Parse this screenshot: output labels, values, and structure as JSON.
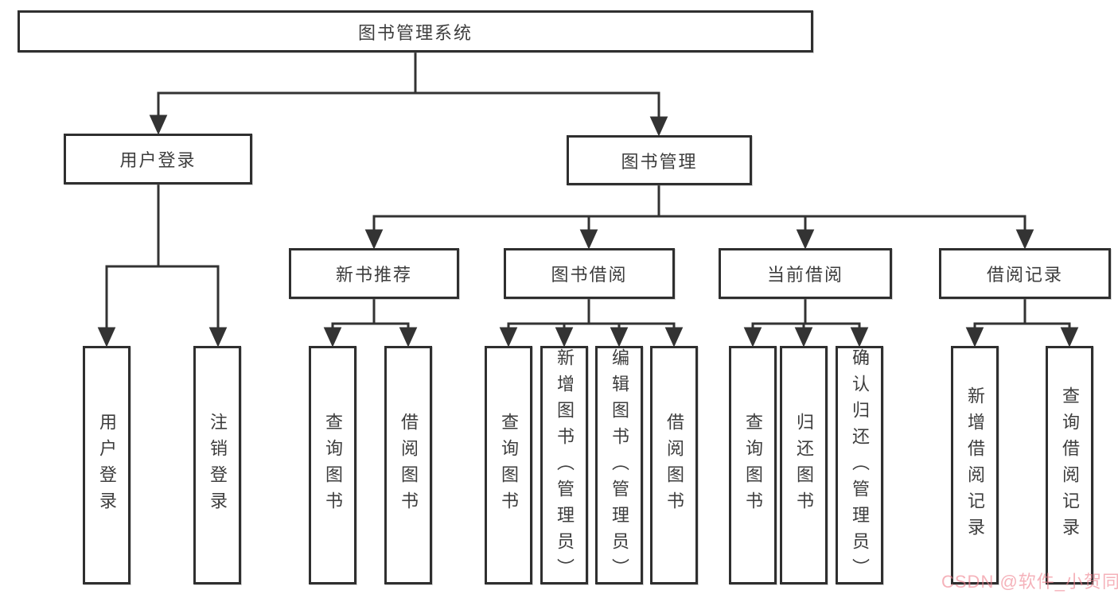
{
  "diagram": {
    "title": "图书管理系统",
    "root": {
      "label": "图书管理系统"
    },
    "level2": [
      {
        "label": "用户登录",
        "children": [
          {
            "label": "用户登录"
          },
          {
            "label": "注销登录"
          }
        ]
      },
      {
        "label": "图书管理",
        "children": [
          {
            "label": "新书推荐",
            "children": [
              {
                "label": "查询图书"
              },
              {
                "label": "借阅图书"
              }
            ]
          },
          {
            "label": "图书借阅",
            "children": [
              {
                "label": "查询图书"
              },
              {
                "label": "新增图书（管理员）"
              },
              {
                "label": "编辑图书（管理员）"
              },
              {
                "label": "借阅图书"
              }
            ]
          },
          {
            "label": "当前借阅",
            "children": [
              {
                "label": "查询图书"
              },
              {
                "label": "归还图书"
              },
              {
                "label": "确认归还（管理员）"
              }
            ]
          },
          {
            "label": "借阅记录",
            "children": [
              {
                "label": "新增借阅记录"
              },
              {
                "label": "查询借阅记录"
              }
            ]
          }
        ]
      }
    ]
  },
  "watermark": {
    "text": "CSDN @软件_小贺同学"
  },
  "colors": {
    "line": "#333333",
    "box_border": "#2f2f2f",
    "text": "#3d3d3d",
    "background": "#ffffff",
    "watermark_pink": "#ef8290"
  }
}
